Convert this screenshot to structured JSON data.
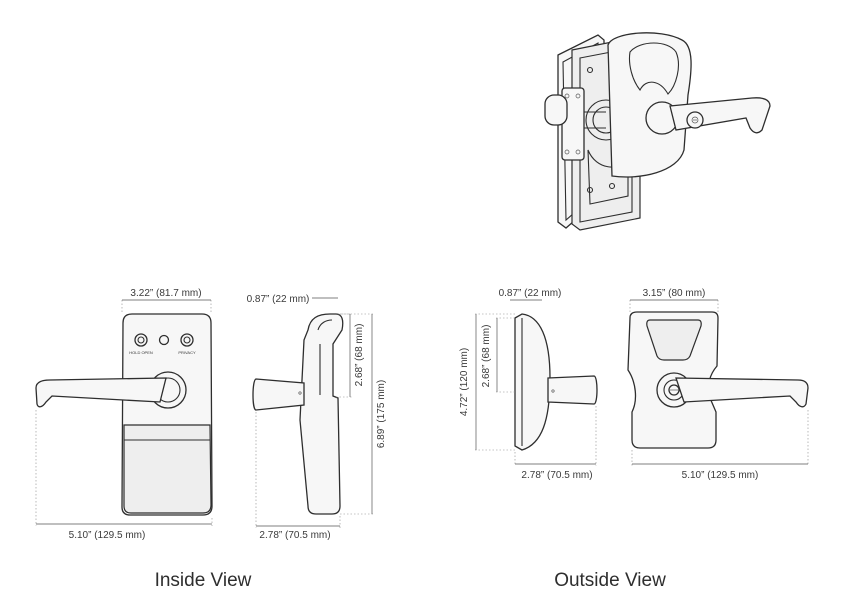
{
  "dimensions": {
    "inside_front_width": "3.22” (81.7 mm)",
    "inside_lever_length": "5.10” (129.5 mm)",
    "inside_side_depth": "0.87” (22 mm)",
    "inside_side_top_height": "2.68” (68 mm)",
    "inside_side_total_height": "6.89” (175 mm)",
    "inside_side_lever_depth": "2.78” (70.5 mm)",
    "outside_side_depth": "0.87” (22 mm)",
    "outside_side_height": "4.72” (120 mm)",
    "outside_side_top_height": "2.68” (68 mm)",
    "outside_side_lever_depth": "2.78” (70.5 mm)",
    "outside_front_width": "3.15” (80 mm)",
    "outside_lever_length": "5.10” (129.5 mm)"
  },
  "buttons": {
    "hold_open": "HOLD OPEN",
    "privacy": "PRIVACY"
  },
  "captions": {
    "inside": "Inside View",
    "outside": "Outside View"
  }
}
